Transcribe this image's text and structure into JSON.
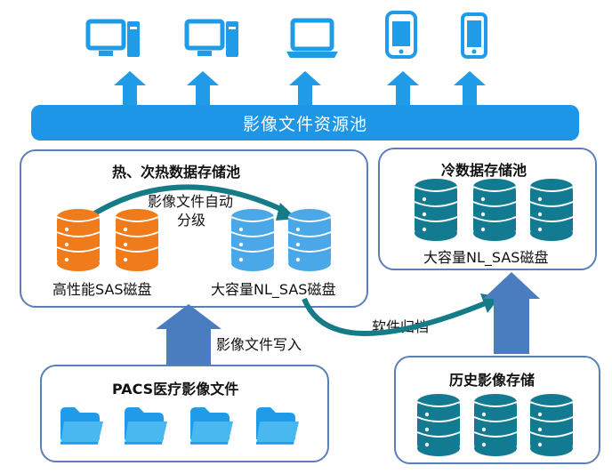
{
  "banner": {
    "text": "影像文件资源池"
  },
  "hot_pool": {
    "title": "热、次热数据存储池",
    "auto_tier_line1": "影像文件自动",
    "auto_tier_line2": "分级",
    "high_perf_disk": "高性能SAS磁盘",
    "nl_sas_disk": "大容量NL_SAS磁盘"
  },
  "cold_pool": {
    "title": "冷数据存储池",
    "disk": "大容量NL_SAS磁盘"
  },
  "archive_label": "软件归档",
  "write_label": "影像文件写入",
  "pacs": {
    "title": "PACS医疗影像文件"
  },
  "history": {
    "title": "历史影像存储"
  },
  "devices": [
    "desktop-icon",
    "desktop-icon",
    "laptop-icon",
    "tablet-icon",
    "phone-icon"
  ],
  "colors": {
    "banner": "#1e96e8",
    "orange": "#f07b1a",
    "light_blue": "#4aa8e8",
    "teal": "#137b91",
    "arrow": "#4a7cc0",
    "frame": "#5b7fb8",
    "icon": "#1f9be8"
  }
}
